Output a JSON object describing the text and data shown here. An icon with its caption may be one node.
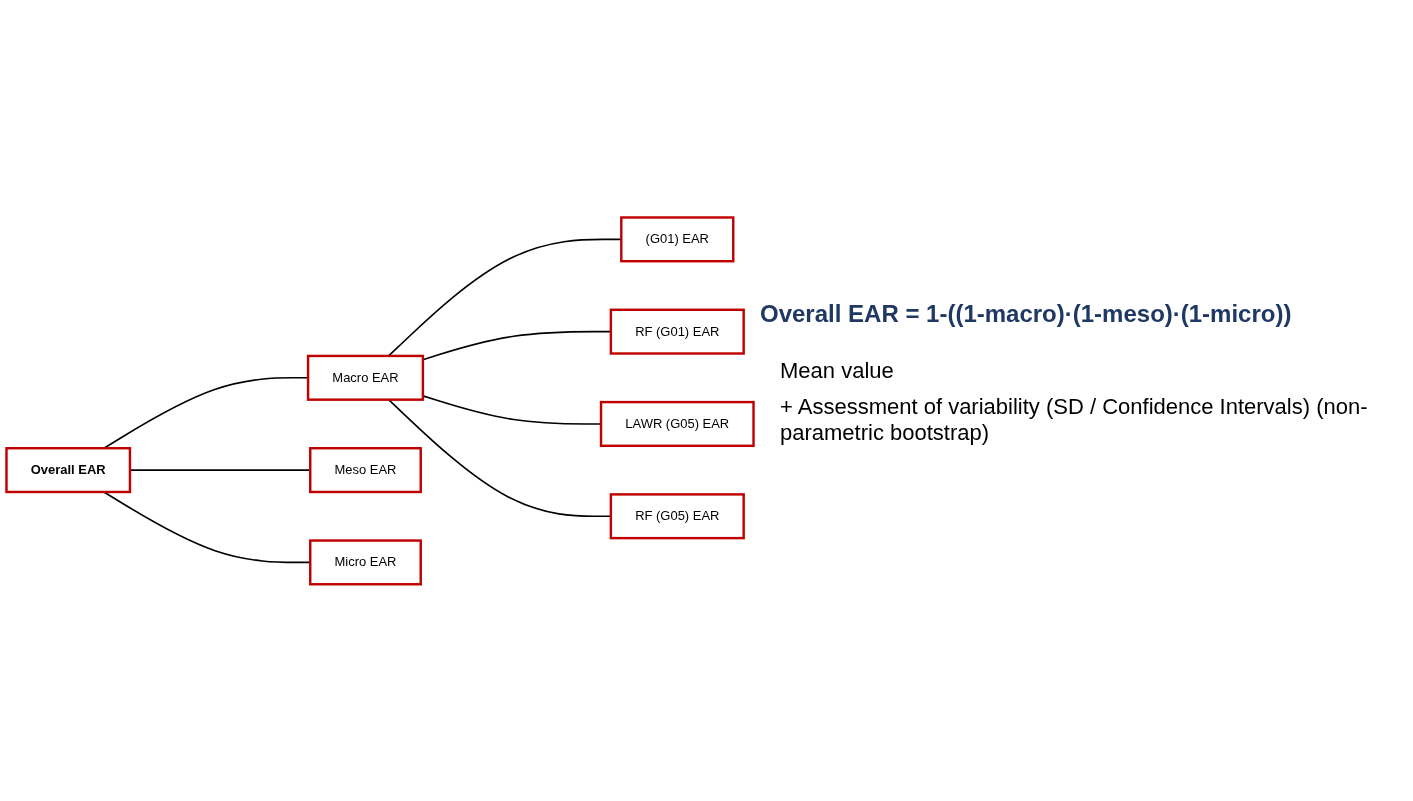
{
  "diagram": {
    "nodes": [
      {
        "text": [
          "Overall EAR"
        ]
      },
      {
        "text": [
          "Macro EAR"
        ]
      },
      {
        "text": [
          "Meso EAR"
        ]
      },
      {
        "text": [
          "Micro EAR"
        ]
      },
      {
        "text": [
          "(G01) EAR"
        ]
      },
      {
        "text": [
          "RF (G01) EAR"
        ]
      },
      {
        "text": [
          "LAWR (G05) EAR"
        ]
      },
      {
        "text": [
          "RF (G05) EAR"
        ]
      }
    ],
    "edges": [
      {
        "from": 0,
        "to": 1,
        "arrow": "none"
      },
      {
        "from": 0,
        "to": 2,
        "arrow": "none"
      },
      {
        "from": 0,
        "to": 3,
        "arrow": "none"
      },
      {
        "from": 1,
        "to": 4,
        "arrow": "none"
      },
      {
        "from": 1,
        "to": 5,
        "arrow": "none"
      },
      {
        "from": 1,
        "to": 6,
        "arrow": "none"
      },
      {
        "from": 1,
        "to": 7,
        "arrow": "none"
      }
    ],
    "labels": [
      "Overall EAR = 1-((1-macro)·(1-meso)·(1-micro))",
      "Mean value",
      "+ Assessment of variability (SD / Confidence Intervals) (non-parametric bootstrap)"
    ]
  }
}
